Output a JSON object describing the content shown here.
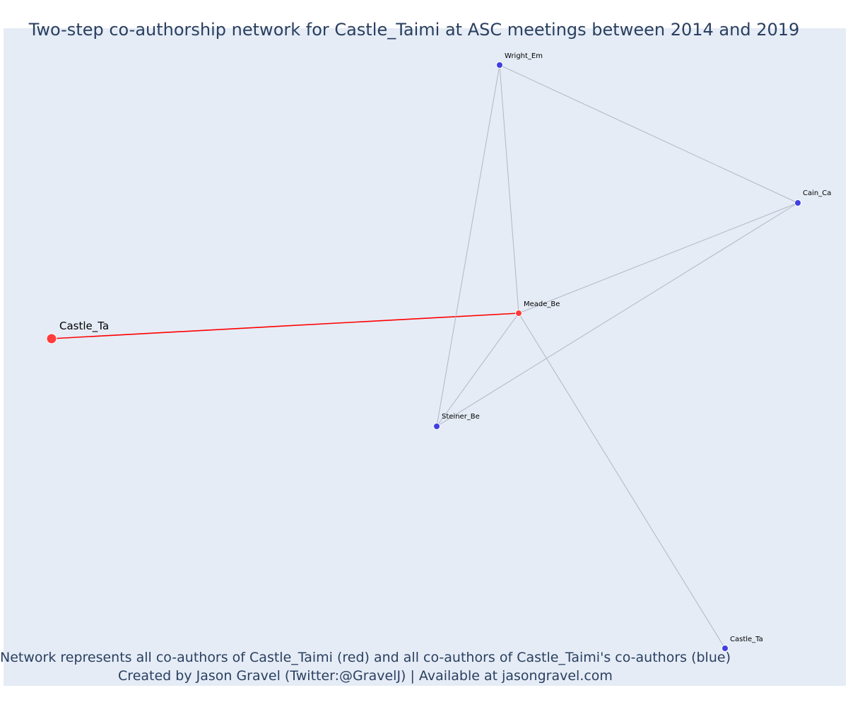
{
  "title": "Two-step co-authorship network for Castle_Taimi at ASC meetings between 2014 and 2019",
  "caption": {
    "line1": "Network represents all co-authors of Castle_Taimi (red) and all co-authors of Castle_Taimi's co-authors (blue)",
    "line2": "Created by Jason Gravel (Twitter:@GravelJ) | Available at jasongravel.com"
  },
  "colors": {
    "background": "#e5ecf6",
    "focal_node": "#ff3b3b",
    "coauthor_node": "#ff3b3b",
    "second_step_node": "#3f3fe0",
    "focal_edge": "#ff0000",
    "other_edge": "#b3b6c4",
    "text": "#2a3f5f"
  },
  "network": {
    "nodes": [
      {
        "id": "castle_focal",
        "label": "Castle_Ta",
        "group": "focal"
      },
      {
        "id": "meade",
        "label": "Meade_Be",
        "group": "coauthor"
      },
      {
        "id": "wright",
        "label": "Wright_Em",
        "group": "second_step"
      },
      {
        "id": "cain",
        "label": "Cain_Ca",
        "group": "second_step"
      },
      {
        "id": "steiner",
        "label": "Steiner_Be",
        "group": "second_step"
      },
      {
        "id": "castle_other",
        "label": "Castle_Ta",
        "group": "second_step"
      }
    ],
    "edges": [
      {
        "source": "castle_focal",
        "target": "meade",
        "type": "focal"
      },
      {
        "source": "wright",
        "target": "meade",
        "type": "other"
      },
      {
        "source": "wright",
        "target": "steiner",
        "type": "other"
      },
      {
        "source": "wright",
        "target": "cain",
        "type": "other"
      },
      {
        "source": "cain",
        "target": "meade",
        "type": "other"
      },
      {
        "source": "cain",
        "target": "steiner",
        "type": "other"
      },
      {
        "source": "meade",
        "target": "steiner",
        "type": "other"
      },
      {
        "source": "meade",
        "target": "castle_other",
        "type": "other"
      }
    ]
  }
}
